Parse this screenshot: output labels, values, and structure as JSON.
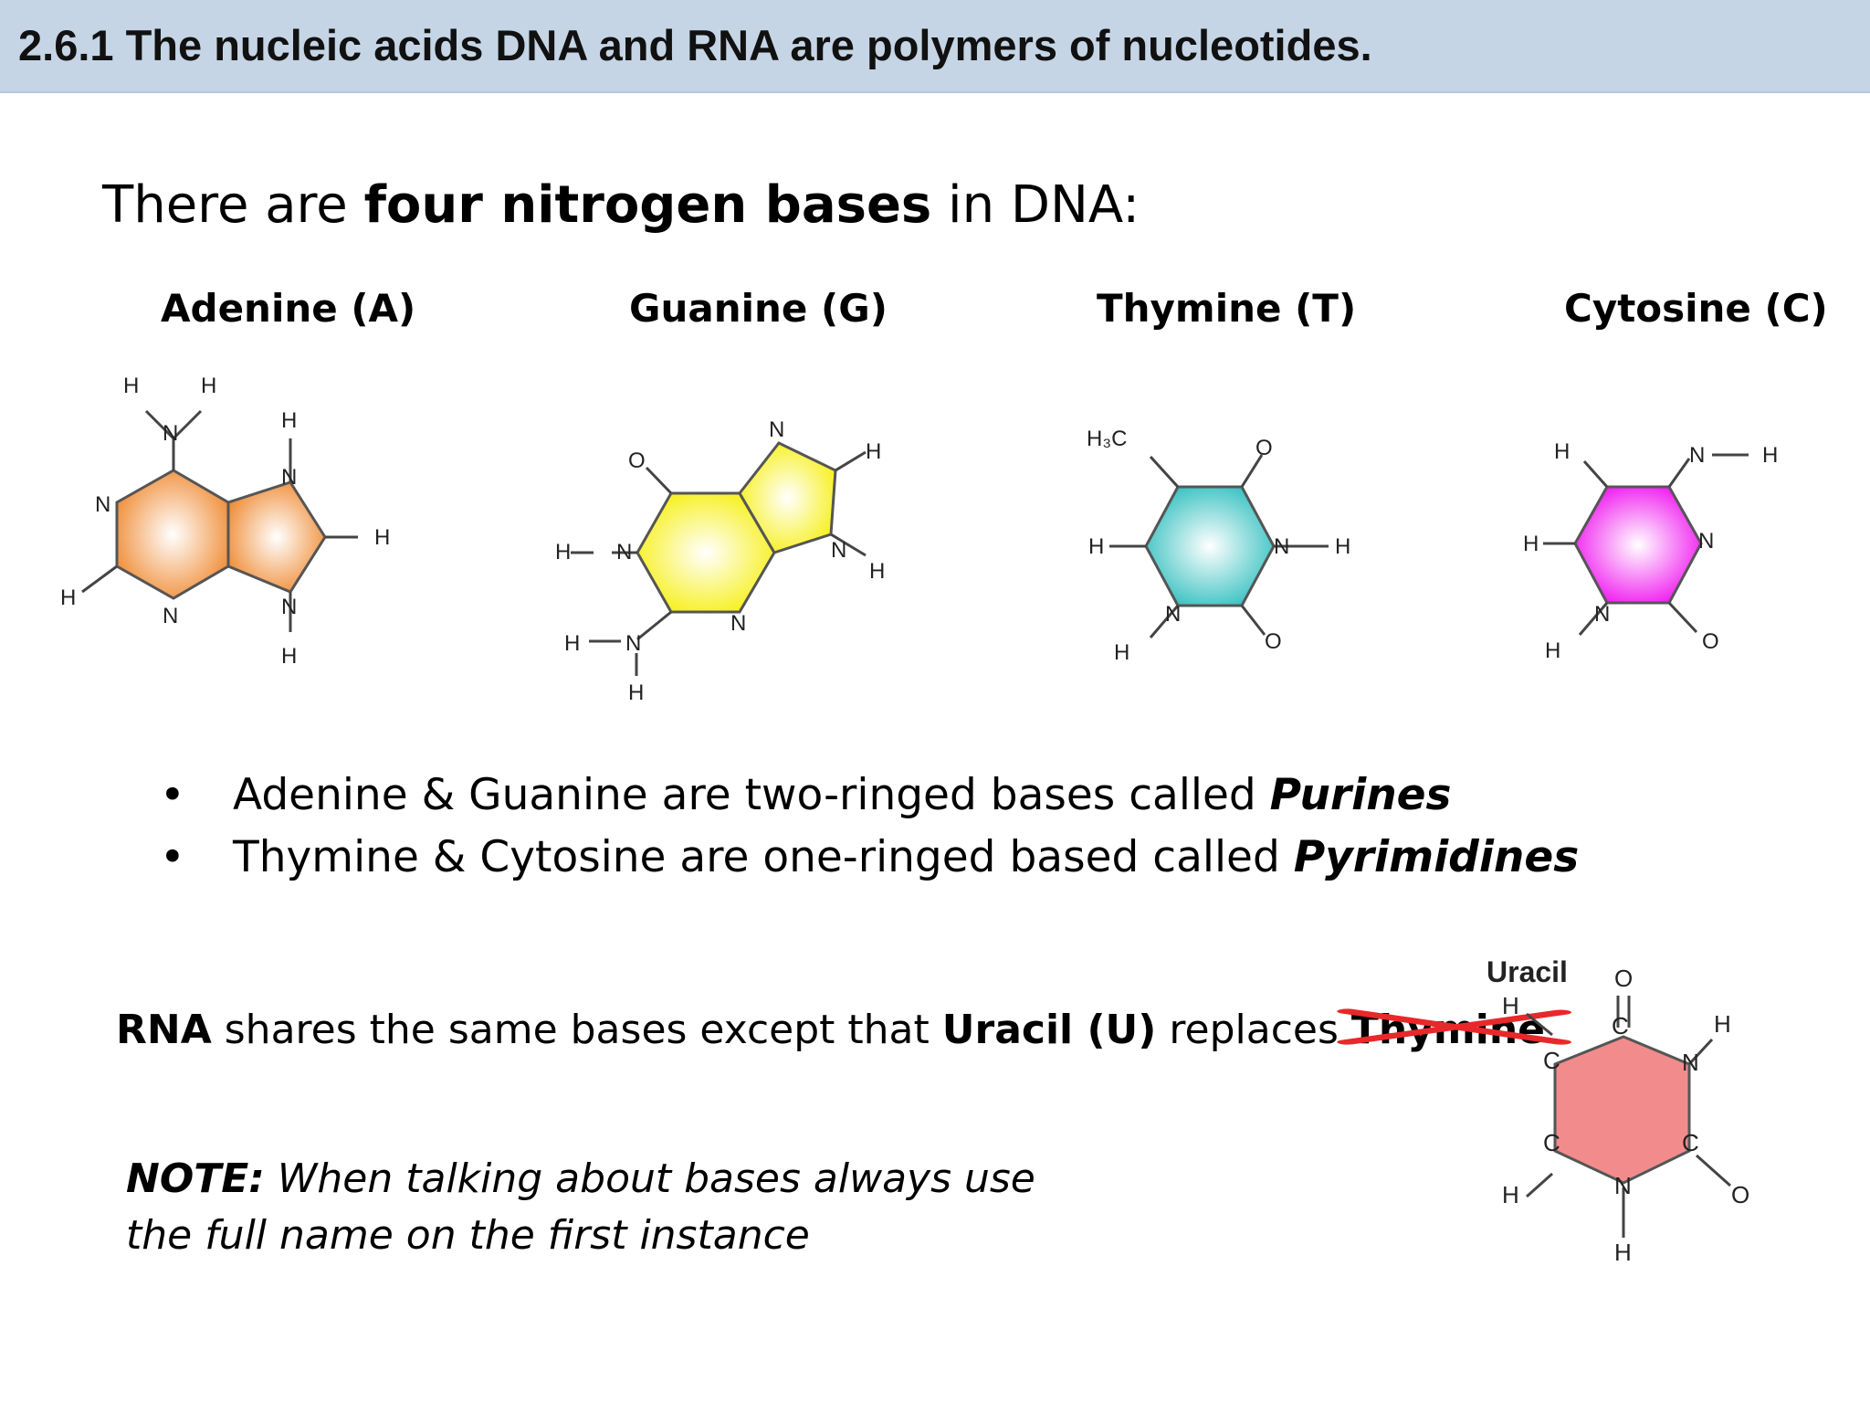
{
  "header": {
    "title": "2.6.1 The nucleic acids DNA and RNA are polymers of nucleotides."
  },
  "intro": {
    "prefix": "There are ",
    "bold": "four nitrogen bases",
    "suffix": " in DNA:"
  },
  "bases": [
    {
      "label": "Adenine (A)",
      "color": "#f0903c"
    },
    {
      "label": "Guanine (G)",
      "color": "#f7f01e"
    },
    {
      "label": "Thymine (T)",
      "color": "#3cc2c2"
    },
    {
      "label": "Cytosine (C)",
      "color": "#f01ef0"
    }
  ],
  "atoms": {
    "H": "H",
    "N": "N",
    "O": "O",
    "C": "C",
    "H3C": "H₃C"
  },
  "bullets": [
    {
      "bullet": "•",
      "text": "Adenine & Guanine are two-ringed bases called ",
      "emph": "Purines"
    },
    {
      "bullet": "•",
      "text": "Thymine & Cytosine are one-ringed based called ",
      "emph": "Pyrimidines"
    }
  ],
  "rna": {
    "bold_start": "RNA",
    "middle": " shares the same bases except that ",
    "bold_mid": "Uracil (U)",
    "after": " replaces ",
    "struck": "Thymine",
    "strike_color": "#e8282a"
  },
  "uracil": {
    "label": "Uracil",
    "label_color": "#1e28b4",
    "ring_color": "#f28c8c"
  },
  "note": {
    "bold": "NOTE:",
    "text": " When talking about bases always use the full name on the first instance"
  }
}
